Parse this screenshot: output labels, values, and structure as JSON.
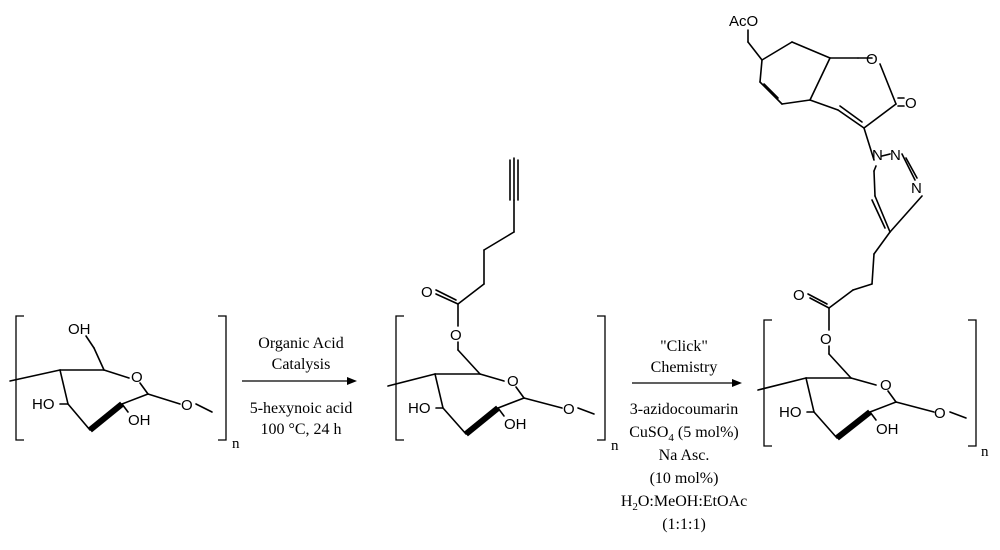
{
  "step1": {
    "above_line1": "Organic Acid",
    "above_line2": "Catalysis",
    "below_line1": "5-hexynoic acid",
    "below_line2": "100 °C, 24 h"
  },
  "step2": {
    "above_line1": "\"Click\"",
    "above_line2": "Chemistry",
    "below_reagent1": "3-azidocoumarin",
    "below_reagent2_pre": "CuSO",
    "below_reagent2_sub": "4",
    "below_reagent2_post": " (5 mol%)",
    "below_reagent3": "Na Asc.",
    "below_reagent4": "(10 mol%)",
    "solvent_h": "H",
    "solvent_sub": "2",
    "solvent_rest": "O:MeOH:EtOAc",
    "ratio": "(1:1:1)"
  },
  "labels": {
    "oh": "OH",
    "ho": "HO",
    "o": "O",
    "n": "N",
    "aco": "AcO",
    "repeat_n": "n"
  }
}
